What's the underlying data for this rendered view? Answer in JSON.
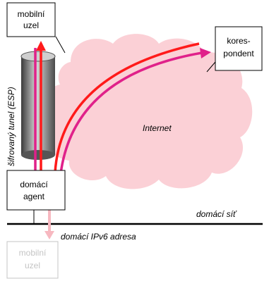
{
  "nodes": {
    "mobile_top": {
      "line1": "mobilní",
      "line2": "uzel"
    },
    "correspondent": {
      "line1": "kores-",
      "line2": "pondent"
    },
    "home_agent": {
      "line1": "domácí",
      "line2": "agent"
    },
    "mobile_bottom": {
      "line1": "mobilní",
      "line2": "uzel"
    }
  },
  "labels": {
    "tunnel": "šifrovaný tunel (ESP)",
    "internet": "Internet",
    "home_network": "domácí síť",
    "home_ipv6_address": "domácí IPv6 adresa"
  },
  "colors": {
    "red_path": "#ff1a1a",
    "magenta_path": "#e0218a",
    "cloud_fill": "#fbd0d6",
    "faded_arrow": "#f7b8c0",
    "faded_node": "#c4c4c4"
  }
}
